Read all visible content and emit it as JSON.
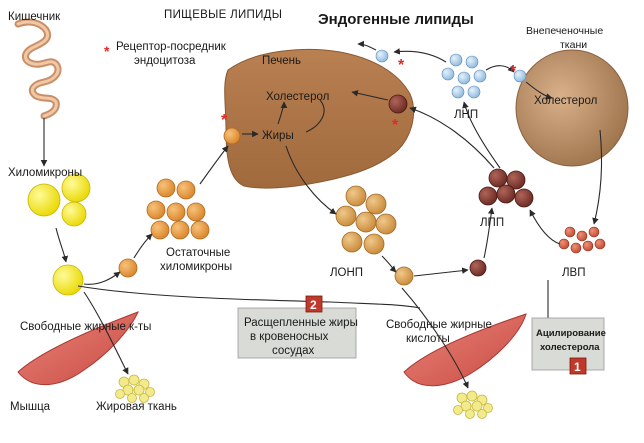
{
  "labels": {
    "intestine": "Кишечник",
    "dietary_lipids": "ПИЩЕВЫЕ ЛИПИДЫ",
    "endogenous_lipids": "Эндогенные липиды",
    "receptor_line1": "Рецептор-посредник",
    "receptor_line2": "эндоцитоза",
    "receptor_star": "*",
    "extrahepatic_line1": "Внепеченочные",
    "extrahepatic_line2": "ткани",
    "liver": "Печень",
    "cholesterol_liver": "Холестерол",
    "fats": "Жиры",
    "ldl": "ЛНП",
    "cholesterol_tissue": "Холестерол",
    "chylomicrons": "Хиломикроны",
    "remnants_line1": "Остаточные",
    "remnants_line2": "хиломикроны",
    "vldl": "ЛОНП",
    "idl": "ЛПП",
    "hdl": "ЛВП",
    "ffa_left": "Свободные жирные к-ты",
    "ffa_right_line1": "Свободные жирные",
    "ffa_right_line2": "кислоты",
    "split_fats_line1": "Расщепленные жиры",
    "split_fats_line2": "в кровеносных",
    "split_fats_line3": "сосудах",
    "badge_2": "2",
    "acylation_line1": "Ацилирование",
    "acylation_line2": "холестерола",
    "badge_1": "1",
    "muscle": "Мышца",
    "adipose": "Жировая ткань"
  },
  "colors": {
    "liver": "#b07a4a",
    "tissue": "#b58c66",
    "chylomicron": "#f2e600",
    "remnant": "#e59a3a",
    "vldl": "#dca04e",
    "idl": "#8a3a2e",
    "hdl": "#d65a3c",
    "ldl": "#a9cdeb",
    "muscle": "#e0685c",
    "fat": "#f3ea8c",
    "star": "#e02a2a",
    "badge": "#c0392b"
  }
}
